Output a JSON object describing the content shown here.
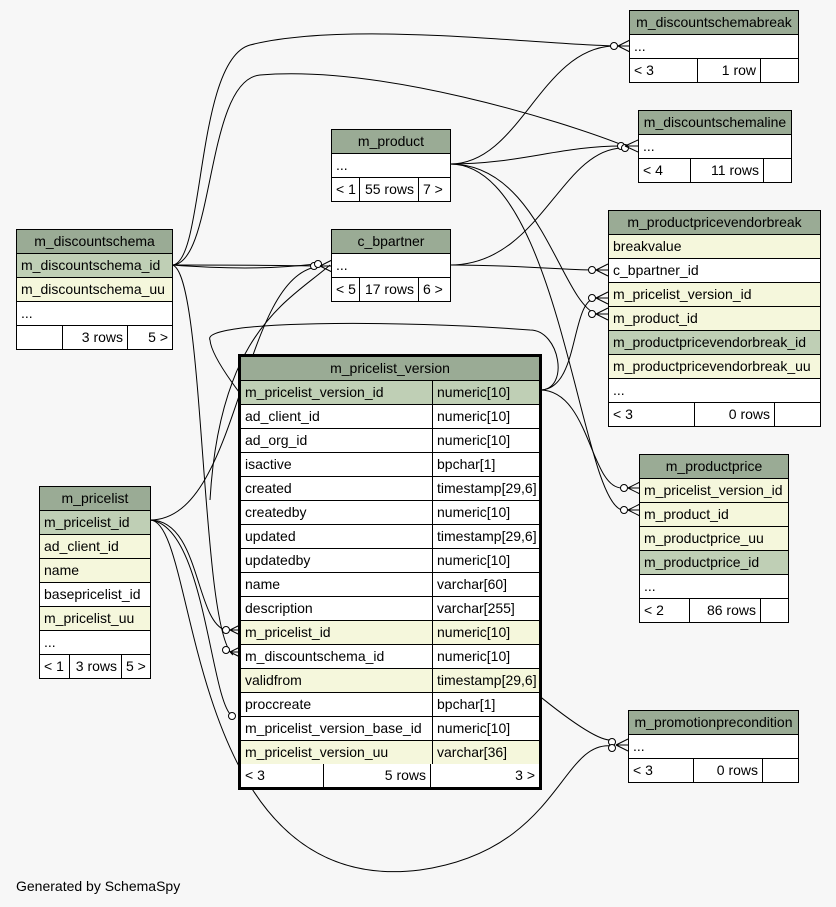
{
  "generated_by": "Generated by SchemaSpy",
  "tables": {
    "m_discountschemabreak": {
      "title": "m_discountschemabreak",
      "rows": [
        "..."
      ],
      "foot": [
        "< 3",
        "1 row",
        ""
      ]
    },
    "m_discountschemaline": {
      "title": "m_discountschemaline",
      "rows": [
        "..."
      ],
      "foot": [
        "< 4",
        "11 rows",
        ""
      ]
    },
    "m_product": {
      "title": "m_product",
      "rows": [
        "..."
      ],
      "foot": [
        "< 1",
        "55 rows",
        "7 >"
      ]
    },
    "c_bpartner": {
      "title": "c_bpartner",
      "rows": [
        "..."
      ],
      "foot": [
        "< 5",
        "17 rows",
        "6 >"
      ]
    },
    "m_discountschema": {
      "title": "m_discountschema",
      "rows": [
        "m_discountschema_id",
        "m_discountschema_uu",
        "..."
      ],
      "foot": [
        "",
        "3 rows",
        "5 >"
      ]
    },
    "m_productpricevendorbreak": {
      "title": "m_productpricevendorbreak",
      "rows": [
        "breakvalue",
        "c_bpartner_id",
        "m_pricelist_version_id",
        "m_product_id",
        "m_productpricevendorbreak_id",
        "m_productpricevendorbreak_uu",
        "..."
      ],
      "foot": [
        "< 3",
        "0 rows",
        ""
      ]
    },
    "m_productprice": {
      "title": "m_productprice",
      "rows": [
        "m_pricelist_version_id",
        "m_product_id",
        "m_productprice_uu",
        "m_productprice_id",
        "..."
      ],
      "foot": [
        "< 2",
        "86 rows",
        ""
      ]
    },
    "m_pricelist": {
      "title": "m_pricelist",
      "rows": [
        "m_pricelist_id",
        "ad_client_id",
        "name",
        "basepricelist_id",
        "m_pricelist_uu",
        "..."
      ],
      "foot": [
        "< 1",
        "3 rows",
        "5 >"
      ]
    },
    "m_promotionprecondition": {
      "title": "m_promotionprecondition",
      "rows": [
        "..."
      ],
      "foot": [
        "< 3",
        "0 rows",
        ""
      ]
    },
    "m_pricelist_version": {
      "title": "m_pricelist_version",
      "columns": [
        {
          "name": "m_pricelist_version_id",
          "type": "numeric[10]"
        },
        {
          "name": "ad_client_id",
          "type": "numeric[10]"
        },
        {
          "name": "ad_org_id",
          "type": "numeric[10]"
        },
        {
          "name": "isactive",
          "type": "bpchar[1]"
        },
        {
          "name": "created",
          "type": "timestamp[29,6]"
        },
        {
          "name": "createdby",
          "type": "numeric[10]"
        },
        {
          "name": "updated",
          "type": "timestamp[29,6]"
        },
        {
          "name": "updatedby",
          "type": "numeric[10]"
        },
        {
          "name": "name",
          "type": "varchar[60]"
        },
        {
          "name": "description",
          "type": "varchar[255]"
        },
        {
          "name": "m_pricelist_id",
          "type": "numeric[10]"
        },
        {
          "name": "m_discountschema_id",
          "type": "numeric[10]"
        },
        {
          "name": "validfrom",
          "type": "timestamp[29,6]"
        },
        {
          "name": "proccreate",
          "type": "bpchar[1]"
        },
        {
          "name": "m_pricelist_version_base_id",
          "type": "numeric[10]"
        },
        {
          "name": "m_pricelist_version_uu",
          "type": "varchar[36]"
        }
      ],
      "foot": [
        "< 3",
        "5 rows",
        "3 >"
      ]
    }
  }
}
